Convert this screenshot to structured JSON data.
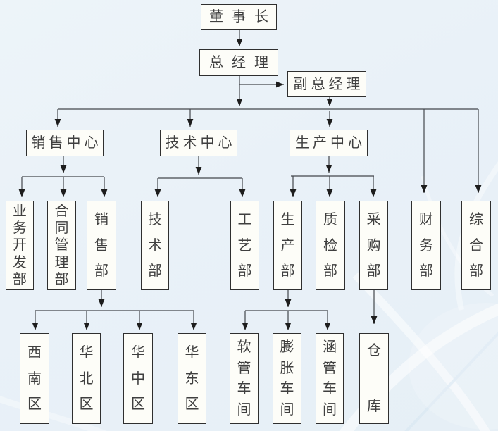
{
  "org_chart": {
    "chairman": {
      "label": "董事长"
    },
    "general_manager": {
      "label": "总经理"
    },
    "deputy_general_manager": {
      "label": "副总经理"
    },
    "branches": [
      {
        "label": "销售中心",
        "children": [
          {
            "label": "业务开发部"
          },
          {
            "label": "合同管理部"
          },
          {
            "label": "销售部",
            "children": [
              {
                "label": "西南区"
              },
              {
                "label": "华北区"
              },
              {
                "label": "华中区"
              },
              {
                "label": "华东区"
              }
            ]
          }
        ]
      },
      {
        "label": "技术中心",
        "children": [
          {
            "label": "技术部"
          },
          {
            "label": "工艺部"
          }
        ]
      },
      {
        "label": "生产中心",
        "children": [
          {
            "label": "生产部",
            "children": [
              {
                "label": "软管车间"
              },
              {
                "label": "膨胀车间"
              },
              {
                "label": "涵管车间"
              }
            ]
          },
          {
            "label": "质检部"
          },
          {
            "label": "采购部",
            "children": [
              {
                "label": "仓库"
              }
            ]
          }
        ]
      },
      {
        "label": "财务部"
      },
      {
        "label": "综合部"
      }
    ],
    "colors": {
      "background": "#e9f1f8",
      "node_fill": "#fdfdf8",
      "node_border": "#2f2f2f",
      "text": "#3f3f3f",
      "line": "#43474c"
    }
  }
}
